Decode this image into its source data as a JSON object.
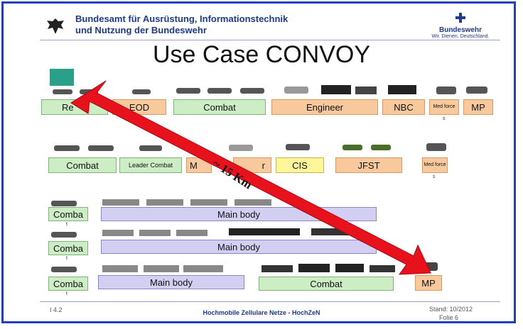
{
  "header": {
    "org_line1": "Bundesamt für Ausrüstung, Informationstechnik",
    "org_line2": "und Nutzung der Bundeswehr",
    "logo_name": "Bundeswehr",
    "logo_tagline": "Wir. Dienen. Deutschland."
  },
  "title": "Use Case CONVOY",
  "distance_label": "~ 15 Km",
  "row1": {
    "recon": "Re",
    "eod": "EOD",
    "combat": "Combat",
    "engineer": "Engineer",
    "nbc": "NBC",
    "med_force": "Med force",
    "med_force_suffix": "s",
    "mp": "MP"
  },
  "row2": {
    "combat": "Combat",
    "leader_combat": "Leader Combat",
    "mp_fragment": "M",
    "partial_fragment": "r",
    "cis": "CIS",
    "jfst": "JFST",
    "med_force": "Med force",
    "med_force_suffix": "s"
  },
  "rows": [
    {
      "side_label": "Comba",
      "side_suffix": "t",
      "main_label": "Main body"
    },
    {
      "side_label": "Comba",
      "side_suffix": "t",
      "main_label": "Main body"
    },
    {
      "side_label": "Comba",
      "side_suffix": "t",
      "main_label": "Main body",
      "combat_label": "Combat",
      "mp_label": "MP"
    }
  ],
  "footer": {
    "left": "I 4.2",
    "center": "Hochmobile Zellulare Netze - HochZeN",
    "stand": "Stand: 10/2012",
    "folie": "Folie 6"
  },
  "colors": {
    "arrow": "#e8121c",
    "green_box": "#cdeec4",
    "orange_box": "#f9c99e",
    "yellow_box": "#fff59a",
    "lilac_box": "#d2cff2",
    "marker": "#2aa08a",
    "header_blue": "#1e3a8a"
  },
  "icons": [
    "eagle-emblem-icon",
    "bundeswehr-cross-icon",
    "armored-vehicle-icon",
    "truck-icon"
  ]
}
